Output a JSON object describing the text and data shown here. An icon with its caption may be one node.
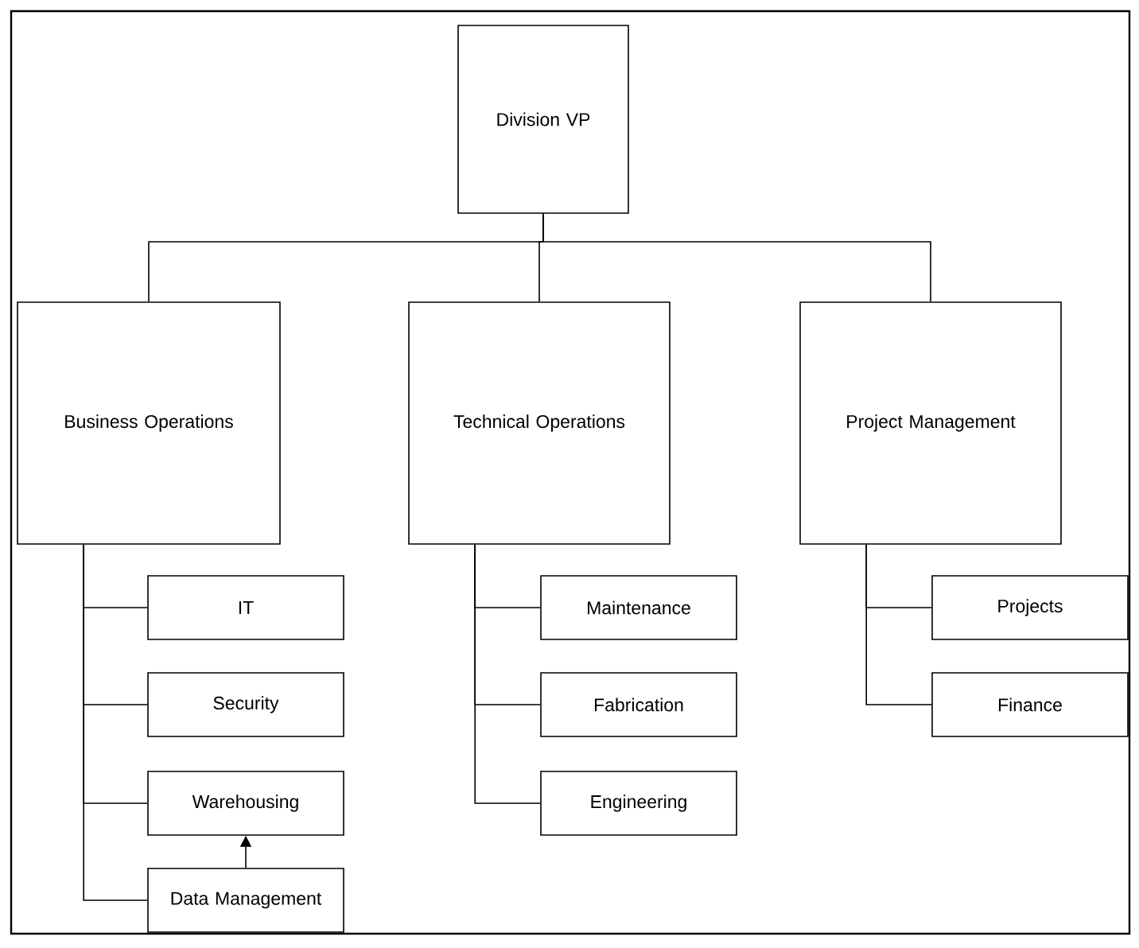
{
  "diagram": {
    "nodes": [
      {
        "text": [
          "Division VP"
        ]
      },
      {
        "text": [
          "Business Operations"
        ]
      },
      {
        "text": [
          "Technical Operations"
        ]
      },
      {
        "text": [
          "Project Management"
        ]
      },
      {
        "text": [
          "IT"
        ]
      },
      {
        "text": [
          "Security"
        ]
      },
      {
        "text": [
          "Warehousing"
        ]
      },
      {
        "text": [
          "Data Management"
        ]
      },
      {
        "text": [
          "Maintenance"
        ]
      },
      {
        "text": [
          "Fabrication"
        ]
      },
      {
        "text": [
          "Engineering"
        ]
      },
      {
        "text": [
          "Projects"
        ]
      },
      {
        "text": [
          "Finance"
        ]
      }
    ],
    "edges": [
      {
        "from": 0,
        "to": 1,
        "arrow": "none"
      },
      {
        "from": 0,
        "to": 2,
        "arrow": "none"
      },
      {
        "from": 0,
        "to": 3,
        "arrow": "none"
      },
      {
        "from": 1,
        "to": 4,
        "arrow": "none"
      },
      {
        "from": 1,
        "to": 5,
        "arrow": "none"
      },
      {
        "from": 1,
        "to": 6,
        "arrow": "none"
      },
      {
        "from": 1,
        "to": 7,
        "arrow": "none"
      },
      {
        "from": 2,
        "to": 8,
        "arrow": "none"
      },
      {
        "from": 2,
        "to": 9,
        "arrow": "none"
      },
      {
        "from": 2,
        "to": 10,
        "arrow": "none"
      },
      {
        "from": 3,
        "to": 11,
        "arrow": "none"
      },
      {
        "from": 3,
        "to": 12,
        "arrow": "none"
      },
      {
        "from": 7,
        "to": 6,
        "arrow": "to"
      }
    ]
  }
}
